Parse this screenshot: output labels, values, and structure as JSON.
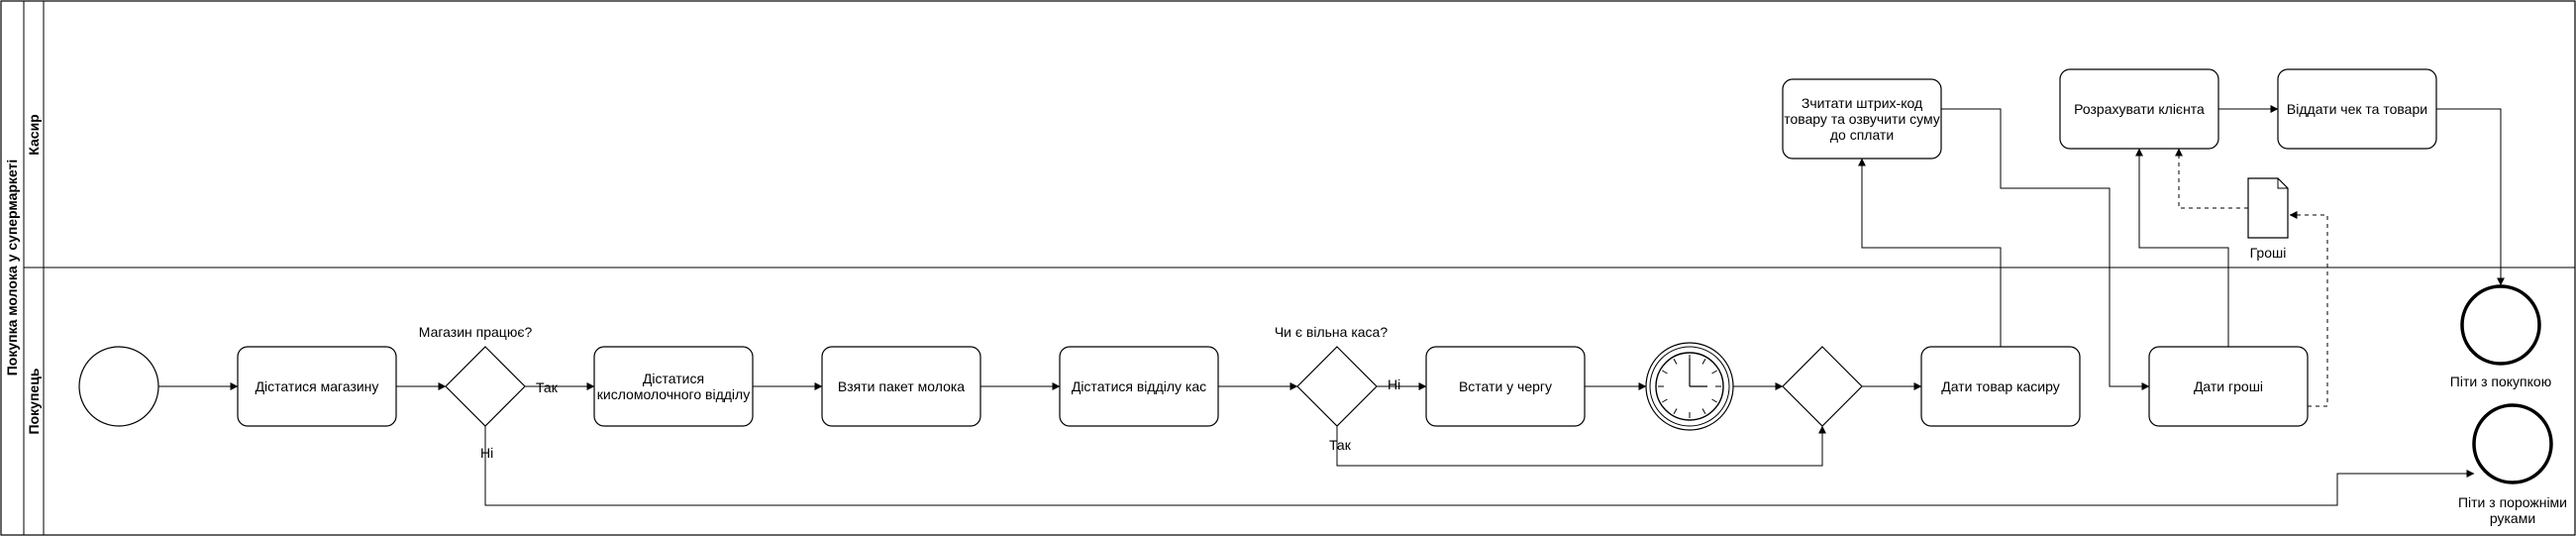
{
  "pool": {
    "title": "Покупка молока у супермаркеті"
  },
  "lanes": {
    "cashier": {
      "label": "Касир"
    },
    "buyer": {
      "label": "Покупець"
    }
  },
  "tasks": {
    "reach_store": {
      "lines": [
        "Дістатися магазину"
      ]
    },
    "reach_dairy": {
      "lines": [
        "Дістатися",
        "кисломолочного відділу"
      ]
    },
    "take_milk": {
      "lines": [
        "Взяти пакет молока"
      ]
    },
    "reach_checkout": {
      "lines": [
        "Дістатися відділу кас"
      ]
    },
    "queue": {
      "lines": [
        "Встати у чергу"
      ]
    },
    "give_goods": {
      "lines": [
        "Дати товар касиру"
      ]
    },
    "give_money": {
      "lines": [
        "Дати гроші"
      ]
    },
    "scan": {
      "lines": [
        "Зчитати штрих-код",
        "товару та озвучити суму",
        "до сплати"
      ]
    },
    "settle": {
      "lines": [
        "Розрахувати клієнта"
      ]
    },
    "return_goods": {
      "lines": [
        "Віддати чек та товари"
      ]
    }
  },
  "gateways": {
    "store_open": {
      "question": "Магазин працює?",
      "yes": "Так",
      "no": "Ні"
    },
    "checkout_free": {
      "question": "Чи є вільна каса?",
      "yes": "Так",
      "no": "Ні"
    }
  },
  "data_object": {
    "label": "Гроші"
  },
  "end_events": {
    "with_purchase": {
      "lines": [
        "Піти з покупкою"
      ]
    },
    "empty_handed": {
      "lines": [
        "Піти з порожніми",
        "руками"
      ]
    }
  }
}
